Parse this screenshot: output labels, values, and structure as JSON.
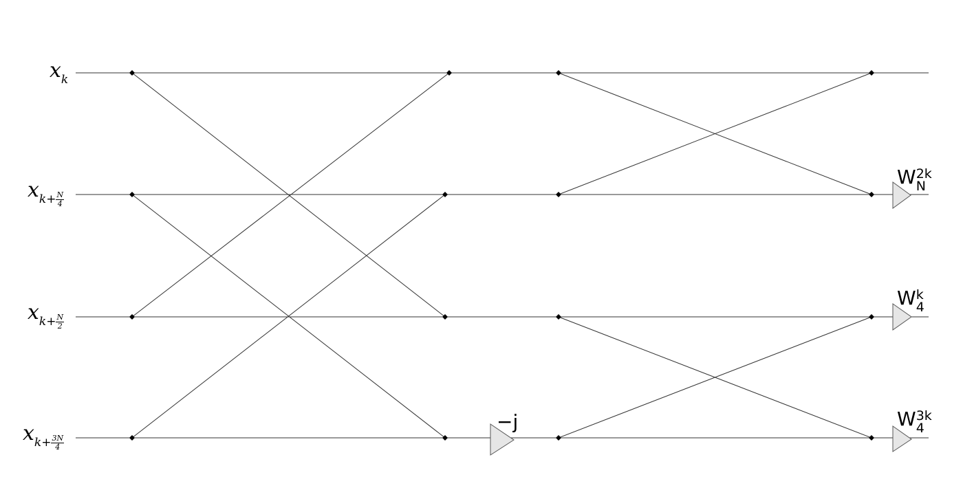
{
  "inputs": [
    {
      "base": "x",
      "sub": "k",
      "frac": null
    },
    {
      "base": "x",
      "sub": "k+",
      "frac": {
        "num": "N",
        "den": "4"
      }
    },
    {
      "base": "x",
      "sub": "k+",
      "frac": {
        "num": "N",
        "den": "2"
      }
    },
    {
      "base": "x",
      "sub": "k+",
      "frac": {
        "num": "3N",
        "den": "4"
      }
    }
  ],
  "minus_j": "−j",
  "twiddles": [
    {
      "base": "W",
      "sup": "2k",
      "sub": "N"
    },
    {
      "base": "W",
      "sup": "k",
      "sub": "4"
    },
    {
      "base": "W",
      "sup": "3k",
      "sub": "4"
    }
  ],
  "colors": {
    "wire": "#333333",
    "node": "#000000",
    "amp_fill": "#e6e6e6",
    "amp_stroke": "#555555"
  }
}
